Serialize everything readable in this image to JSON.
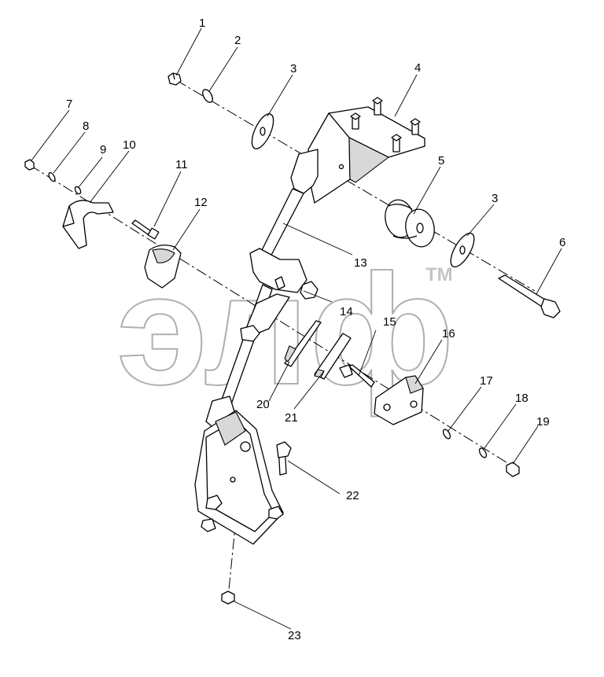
{
  "diagram": {
    "callouts": [
      "1",
      "2",
      "3",
      "4",
      "5",
      "3",
      "6",
      "7",
      "8",
      "9",
      "10",
      "11",
      "12",
      "13",
      "14",
      "15",
      "16",
      "17",
      "18",
      "19",
      "20",
      "21",
      "22",
      "23"
    ]
  },
  "watermark": {
    "text": "элф",
    "tm": "TM"
  },
  "colors": {
    "ink": "#000000",
    "watermark": "#b0b0b0",
    "background": "#ffffff"
  }
}
